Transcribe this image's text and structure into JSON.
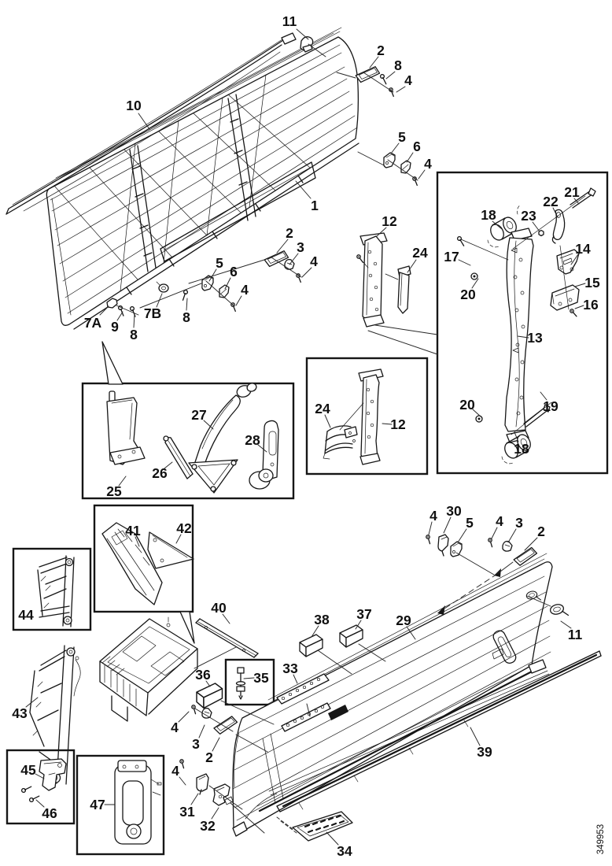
{
  "figure_number": "349953",
  "colors": {
    "ink": "#161616",
    "paper": "#ffffff"
  },
  "callouts": [
    {
      "label": "11"
    },
    {
      "label": "2"
    },
    {
      "label": "8"
    },
    {
      "label": "4"
    },
    {
      "label": "10"
    },
    {
      "label": "1"
    },
    {
      "label": "5"
    },
    {
      "label": "6"
    },
    {
      "label": "4"
    },
    {
      "label": "12"
    },
    {
      "label": "24"
    },
    {
      "label": "2"
    },
    {
      "label": "3"
    },
    {
      "label": "4"
    },
    {
      "label": "5"
    },
    {
      "label": "6"
    },
    {
      "label": "4"
    },
    {
      "label": "7A"
    },
    {
      "label": "9"
    },
    {
      "label": "8"
    },
    {
      "label": "7B"
    },
    {
      "label": "8"
    },
    {
      "label": "18"
    },
    {
      "label": "23"
    },
    {
      "label": "22"
    },
    {
      "label": "21"
    },
    {
      "label": "17"
    },
    {
      "label": "20"
    },
    {
      "label": "14"
    },
    {
      "label": "15"
    },
    {
      "label": "16"
    },
    {
      "label": "13"
    },
    {
      "label": "19"
    },
    {
      "label": "20"
    },
    {
      "label": "18"
    },
    {
      "label": "24"
    },
    {
      "label": "12"
    },
    {
      "label": "27"
    },
    {
      "label": "28"
    },
    {
      "label": "26"
    },
    {
      "label": "25"
    },
    {
      "label": "41"
    },
    {
      "label": "42"
    },
    {
      "label": "44"
    },
    {
      "label": "43"
    },
    {
      "label": "40"
    },
    {
      "label": "38"
    },
    {
      "label": "37"
    },
    {
      "label": "29"
    },
    {
      "label": "36"
    },
    {
      "label": "35"
    },
    {
      "label": "33"
    },
    {
      "label": "4"
    },
    {
      "label": "30"
    },
    {
      "label": "5"
    },
    {
      "label": "4"
    },
    {
      "label": "3"
    },
    {
      "label": "2"
    },
    {
      "label": "11"
    },
    {
      "label": "39"
    },
    {
      "label": "34"
    },
    {
      "label": "4"
    },
    {
      "label": "3"
    },
    {
      "label": "2"
    },
    {
      "label": "4"
    },
    {
      "label": "31"
    },
    {
      "label": "32"
    },
    {
      "label": "45"
    },
    {
      "label": "46"
    },
    {
      "label": "47"
    }
  ]
}
